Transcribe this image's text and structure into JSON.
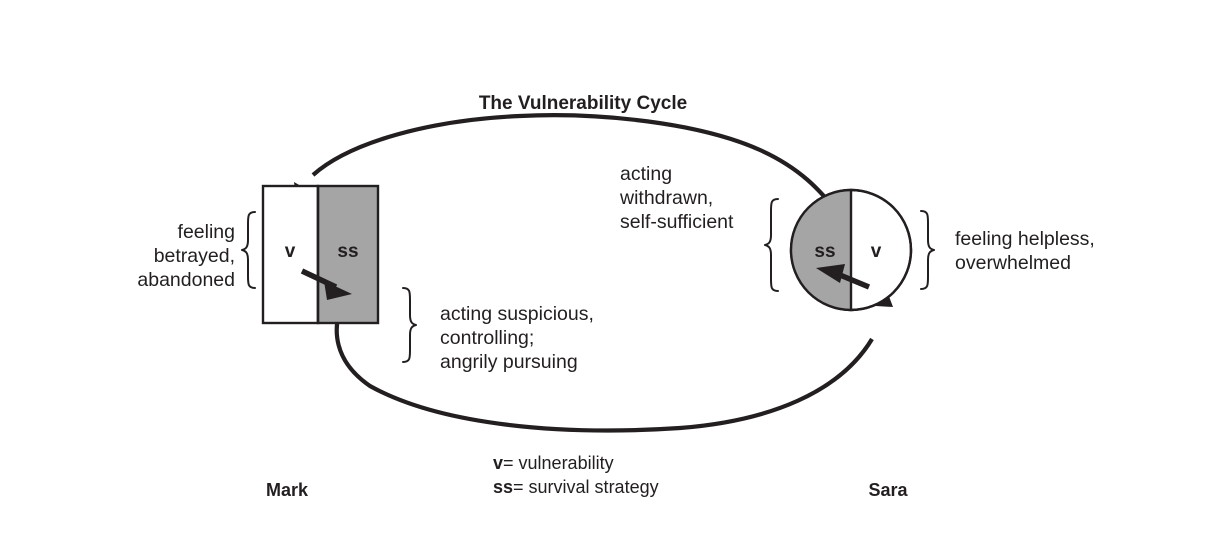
{
  "figure": {
    "title": "The Vulnerability Cycle",
    "background_color": "#ffffff",
    "ink_color": "#231f20",
    "fill_gray": "#a5a5a5"
  },
  "people": {
    "left": {
      "name": "Mark",
      "shape": "rectangle",
      "vulnerability_label": "v",
      "survival_strategy_label": "ss",
      "feeling_text_lines": [
        "feeling",
        "betrayed,",
        "abandoned"
      ],
      "behavior_text_lines": [
        "acting suspicious,",
        "controlling;",
        "angrily pursuing"
      ]
    },
    "right": {
      "name": "Sara",
      "shape": "circle",
      "vulnerability_label": "v",
      "survival_strategy_label": "ss",
      "feeling_text_lines": [
        "feeling helpless,",
        "overwhelmed"
      ],
      "behavior_text_lines": [
        "acting",
        "withdrawn,",
        "self-sufficient"
      ]
    }
  },
  "legend": [
    {
      "symbol": "v",
      "separator": "= ",
      "meaning": "vulnerability"
    },
    {
      "symbol": "ss",
      "separator": "= ",
      "meaning": "survival strategy"
    }
  ]
}
